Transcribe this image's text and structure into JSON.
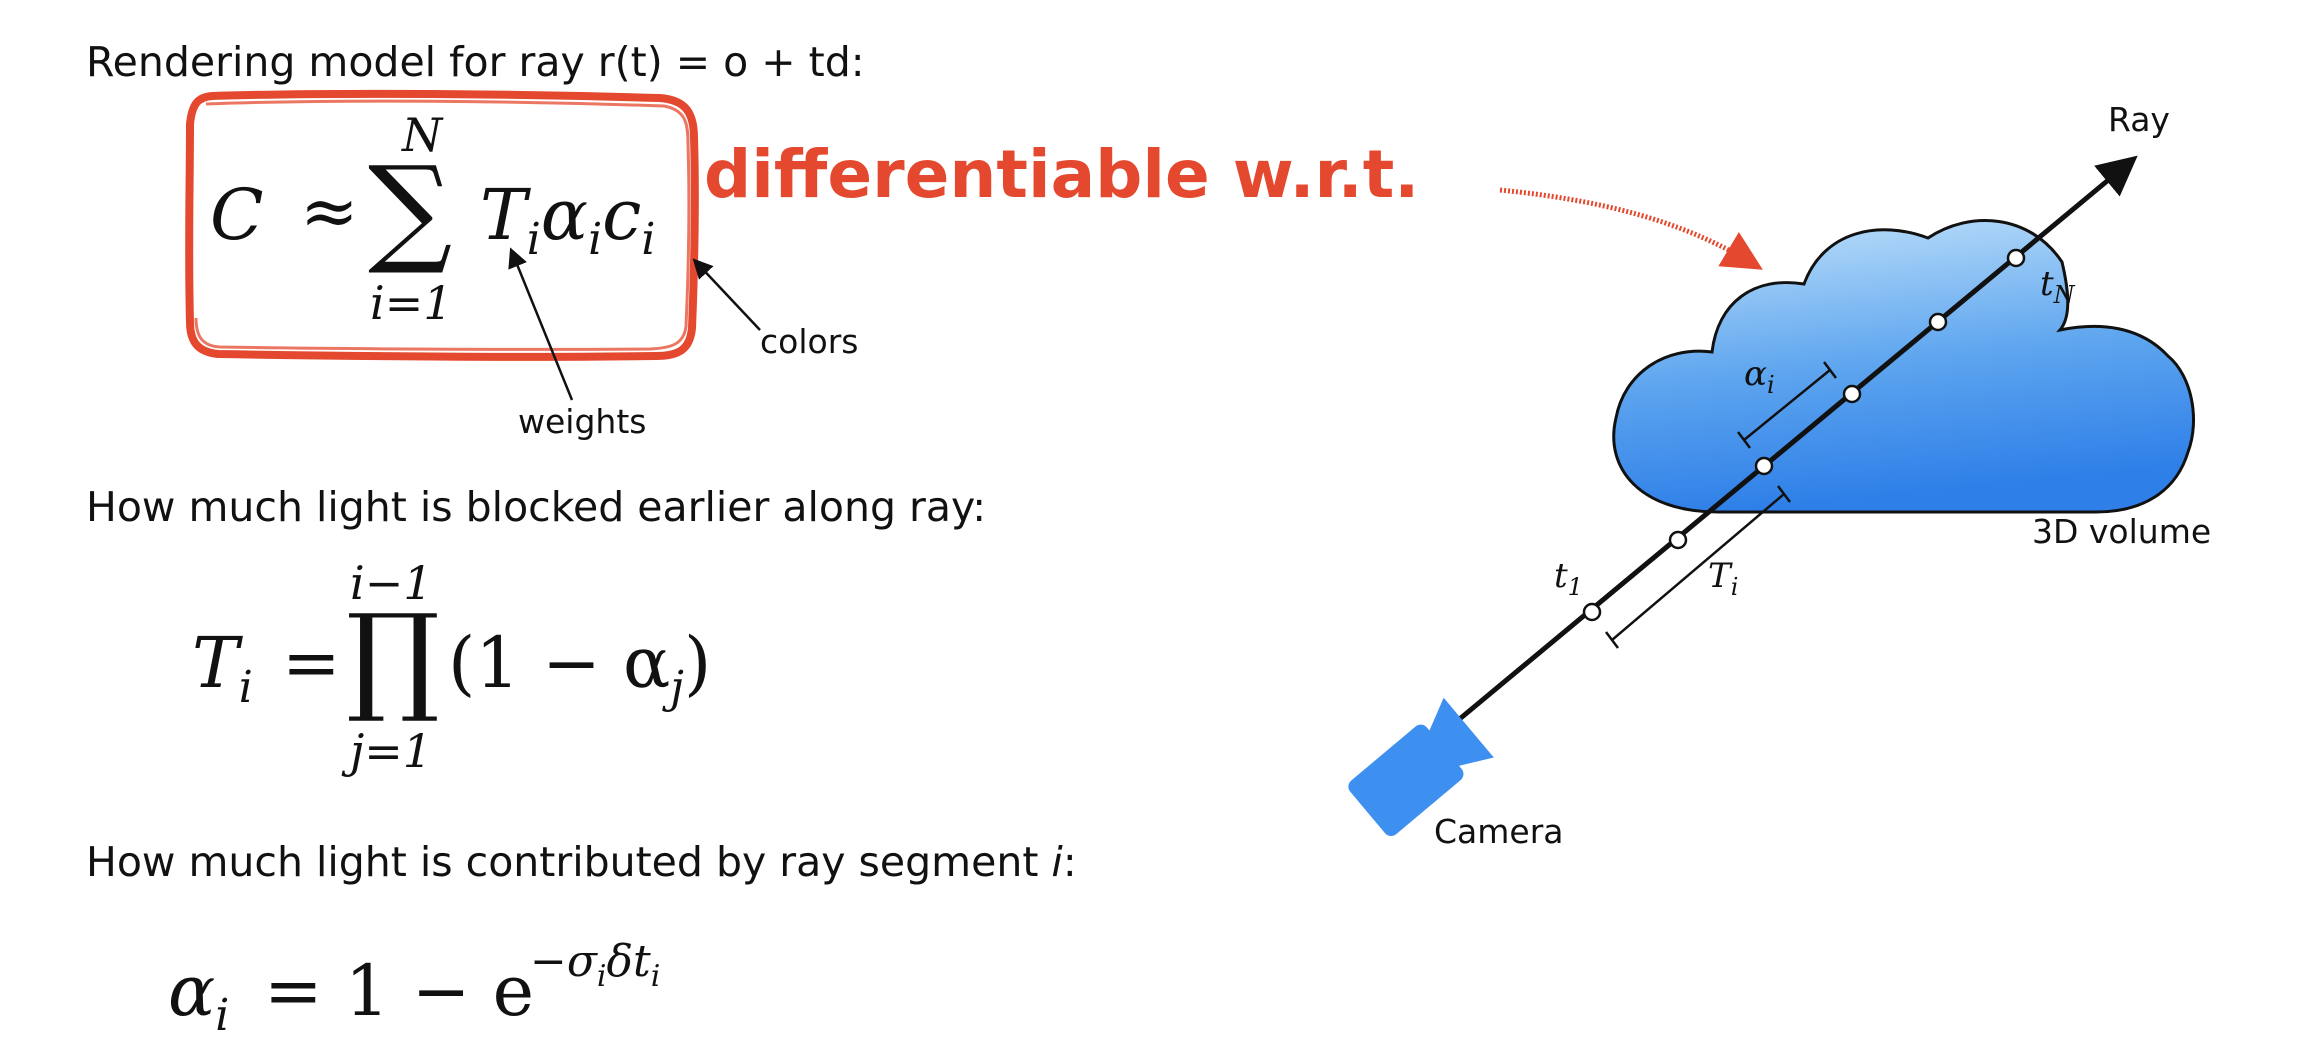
{
  "left": {
    "rendering_heading": "Rendering model for ray r(t) = o + td:",
    "blocked_heading": "How much light is blocked earlier along ray:",
    "contributed_heading_prefix": "How much light is contributed by ray segment ",
    "contributed_heading_var": "i",
    "contributed_heading_suffix": ":"
  },
  "eq1": {
    "lhs": "C",
    "rel": "≈",
    "sum_symbol": "∑",
    "sum_top": "N",
    "sum_bottom": "i=1",
    "T": "T",
    "T_sub": "i",
    "alpha": "α",
    "alpha_sub": "i",
    "c": "c",
    "c_sub": "i"
  },
  "eq2": {
    "lhs": "T",
    "lhs_sub": "i",
    "rel": "=",
    "prod_symbol": "∏",
    "prod_top": "i−1",
    "prod_bottom": "j=1",
    "rhs": "(1 − α",
    "rhs_sub": "j",
    "rhs_close": ")"
  },
  "eq3": {
    "lhs": "α",
    "lhs_sub": "i",
    "rhs": "= 1 − e",
    "exp_sigma": "−σ",
    "exp_sigma_sub": "i",
    "exp_delta": "δt",
    "exp_delta_sub": "i"
  },
  "annotations": {
    "weights": "weights",
    "colors": "colors",
    "differentiable": "differentiable w.r.t."
  },
  "diagram": {
    "ray_label": "Ray",
    "volume_label": "3D volume",
    "camera_label": "Camera",
    "tN": "t",
    "tN_sub": "N",
    "t1": "t",
    "t1_sub": "1",
    "alpha_i": "α",
    "alpha_i_sub": "i",
    "T_i": "T",
    "T_i_sub": "i"
  },
  "colors": {
    "accent_red": "#e4492f",
    "cloud_blue_light": "#b7dcf8",
    "cloud_blue_dark": "#2e7fe8",
    "camera_blue": "#3d8ff0",
    "ink": "#111111"
  }
}
